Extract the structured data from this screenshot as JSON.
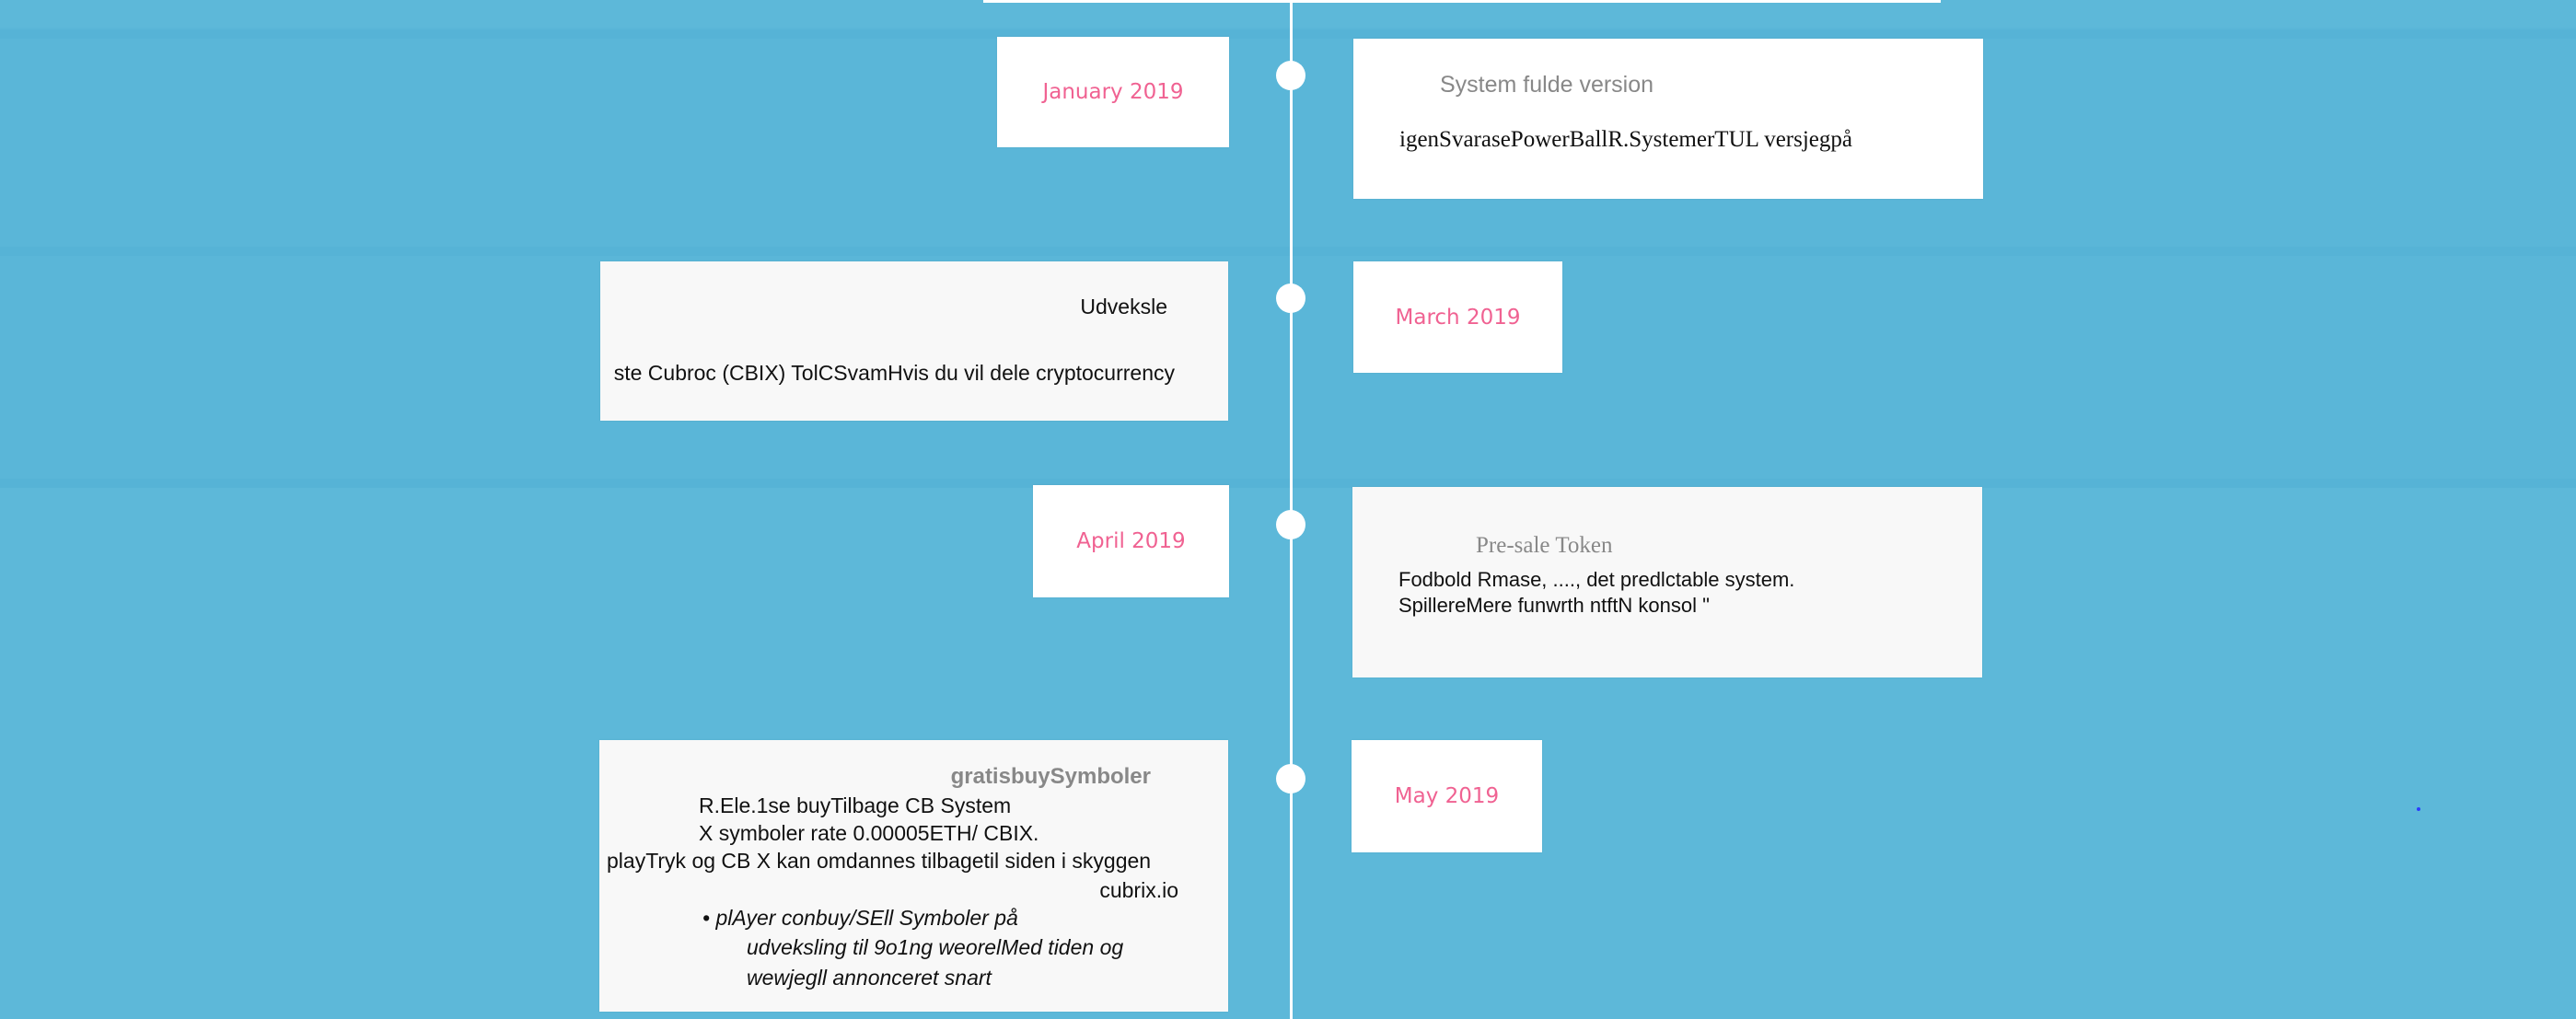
{
  "timeline": {
    "entries": [
      {
        "date": "January 2019",
        "title": "System fulde version",
        "body": "igenSvarasePowerBallR.SystemerTUL versjegpå"
      },
      {
        "date": "March 2019",
        "title": "Udveksle",
        "body": "ste Cubroc (CBIX) TolCSvamHvis du vil dele cryptocurrency"
      },
      {
        "date": "April 2019",
        "title": "Pre-sale Token",
        "lines": [
          "Fodbold Rmase, ...., det predlctable system.",
          "SpillereMere funwrth ntftN konsol \""
        ]
      },
      {
        "date": "May 2019",
        "title": "gratisbuySymboler",
        "lines": [
          "R.Ele.1se buyTilbage CB System",
          "X symboler rate 0.00005ETH/ CBIX.",
          "playTryk og CB X kan omdannes tilbagetil siden i skyggen",
          "cubrix.io"
        ],
        "bullet_lines": [
          "• plAyer conbuy/SEll Symboler på",
          "udveksling til 9o1ng weorelMed tiden og",
          "wewjegll annonceret snart"
        ]
      }
    ]
  },
  "colors": {
    "background": "#5db8d9",
    "date_text": "#f06292",
    "card": "#ffffff",
    "line": "#ffffff"
  }
}
